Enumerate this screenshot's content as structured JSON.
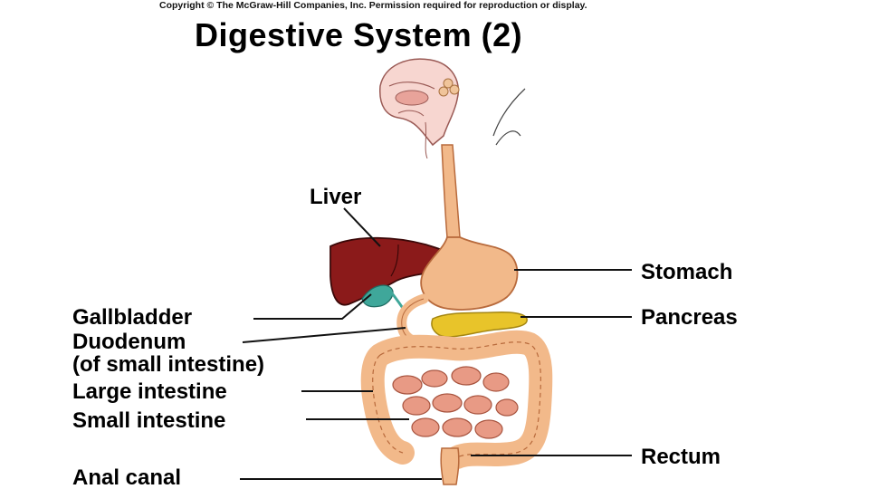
{
  "copyright": "Copyright © The McGraw-Hill Companies, Inc. Permission required for reproduction or display.",
  "title": "Digestive System (2)",
  "labels": {
    "liver": "Liver",
    "stomach": "Stomach",
    "pancreas": "Pancreas",
    "gallbladder": "Gallbladder",
    "duodenum": "Duodenum",
    "duodenum_sub": "(of small intestine)",
    "large_intestine": "Large intestine",
    "small_intestine": "Small intestine",
    "rectum": "Rectum",
    "anal_canal": "Anal canal"
  },
  "colors": {
    "liver": "#8b1a1a",
    "tract": "#f2b98a",
    "tract_outline": "#b86a3c",
    "pancreas": "#e8c42a",
    "gallbladder": "#3fa79a",
    "head": "#f3c6c0"
  }
}
